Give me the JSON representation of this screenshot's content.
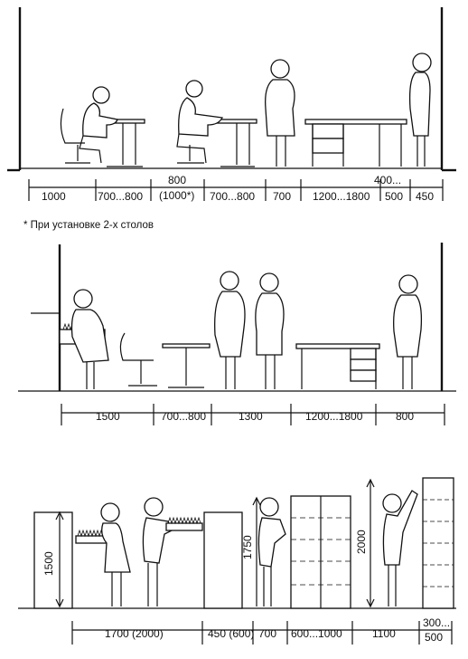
{
  "panel_top": {
    "dimensions": [
      "1000",
      "700...800",
      "800",
      "(1000*)",
      "700...800",
      "700",
      "1200...1800",
      "400...",
      "500",
      "450"
    ],
    "footnote": "* При установке 2-х столов"
  },
  "panel_middle": {
    "dimensions": [
      "1500",
      "700...800",
      "1300",
      "1200...1800",
      "800"
    ]
  },
  "panel_bottom": {
    "dimensions": [
      "1700 (2000)",
      "450 (600)",
      "700",
      "600...1000",
      "1100",
      "300...",
      "500"
    ],
    "heights": [
      "1500",
      "1750",
      "2000"
    ]
  }
}
